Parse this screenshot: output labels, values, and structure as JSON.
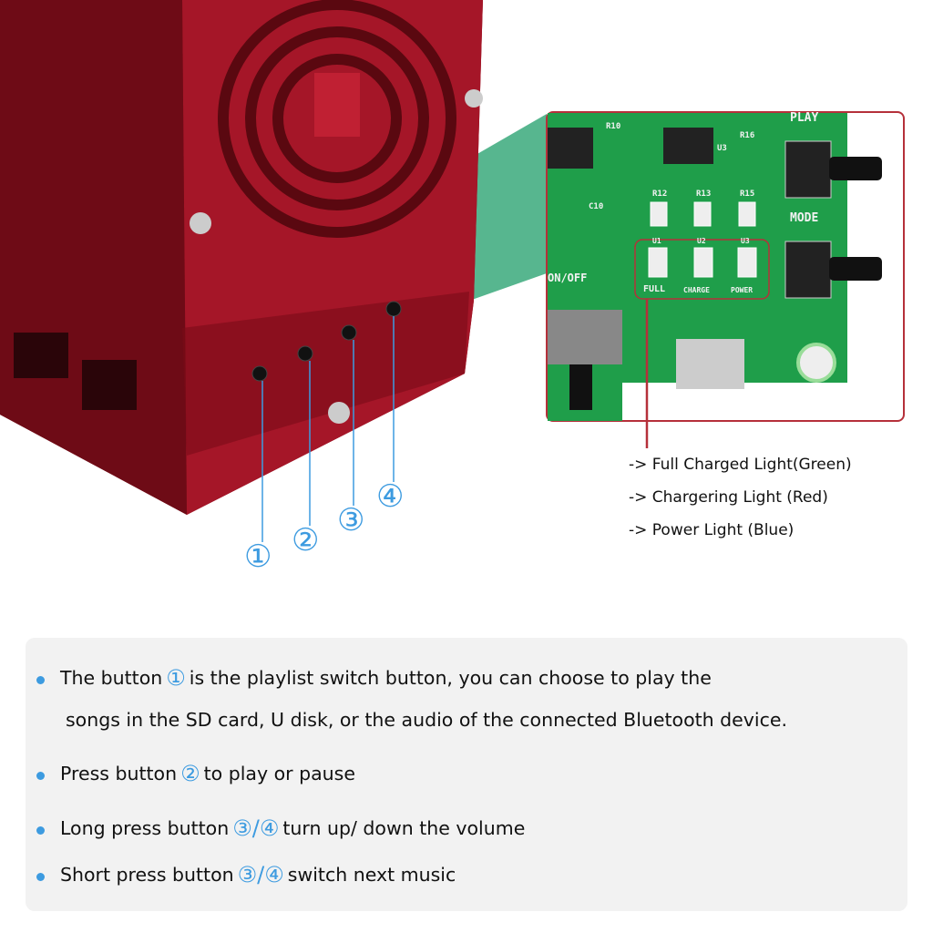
{
  "callouts": {
    "b1": "①",
    "b2": "②",
    "b3": "③",
    "b4": "④"
  },
  "pcb": {
    "play": "PLAY",
    "mode": "MODE",
    "onoff": "ON/OFF",
    "full": "FULL",
    "charge": "CHARGE",
    "power": "POWER",
    "r10": "R10",
    "r12": "R12",
    "r13": "R13",
    "r15": "R15",
    "r16": "R16",
    "c10": "C10",
    "u1": "U1",
    "u2": "U2",
    "u3": "U3",
    "u3chip": "U3"
  },
  "legend": [
    "-> Full Charged Light(Green)",
    "-> Chargering Light (Red)",
    "-> Power Light (Blue)"
  ],
  "notes": {
    "n1a": "The button",
    "n1c": "①",
    "n1b": "is the playlist switch button, you can choose to play the",
    "n1line2": "songs in the SD card, U disk, or the audio of the connected Bluetooth device.",
    "n2a": "Press button",
    "n2c": "②",
    "n2b": "to play or pause",
    "n3a": "Long press button",
    "n3c1": "③",
    "n3s": "/",
    "n3c2": "④",
    "n3b": "turn up/ down the volume",
    "n4a": "Short press button",
    "n4c1": "③",
    "n4s": "/",
    "n4c2": "④",
    "n4b": "switch next music"
  },
  "colors": {
    "accent": "#3d9be0",
    "enclosure": "#8e0f1e",
    "pcb": "#1f9e4a",
    "frame": "#b5303a"
  }
}
